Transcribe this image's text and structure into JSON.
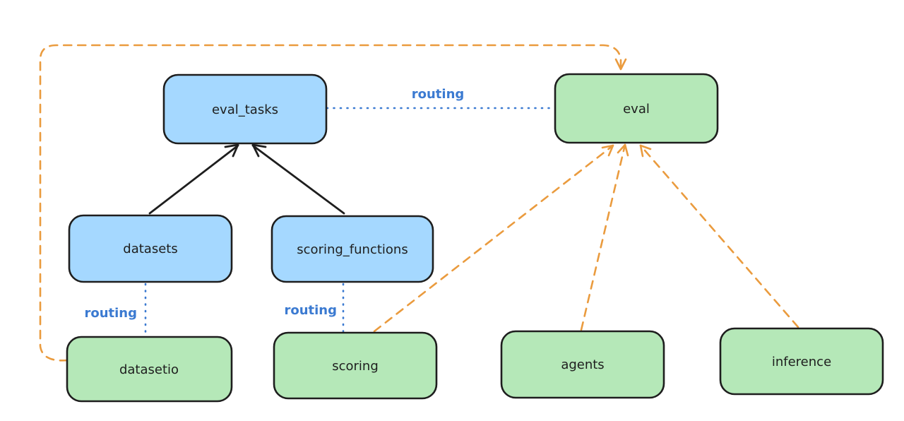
{
  "canvas": {
    "background": "#ffffff"
  },
  "palette": {
    "blue_node_fill": "#a5d8ff",
    "green_node_fill": "#b5e8b8",
    "node_stroke": "#1e1e1e",
    "routing_blue": "#3b7ad1",
    "orange_dashed": "#ea9b3e",
    "black_arrow": "#1e1e1e"
  },
  "nodes": {
    "eval_tasks": {
      "label": "eval_tasks",
      "fill": "#a5d8ff"
    },
    "eval": {
      "label": "eval",
      "fill": "#b5e8b8"
    },
    "datasets": {
      "label": "datasets",
      "fill": "#a5d8ff"
    },
    "scoring_functions": {
      "label": "scoring_functions",
      "fill": "#a5d8ff"
    },
    "datasetio": {
      "label": "datasetio",
      "fill": "#b5e8b8"
    },
    "scoring": {
      "label": "scoring",
      "fill": "#b5e8b8"
    },
    "agents": {
      "label": "agents",
      "fill": "#b5e8b8"
    },
    "inference": {
      "label": "inference",
      "fill": "#b5e8b8"
    }
  },
  "edges": [
    {
      "from": "datasets",
      "to": "eval_tasks",
      "style": "solid",
      "color": "#1e1e1e",
      "arrow": true
    },
    {
      "from": "scoring_functions",
      "to": "eval_tasks",
      "style": "solid",
      "color": "#1e1e1e",
      "arrow": true
    },
    {
      "from": "eval_tasks",
      "to": "eval",
      "style": "dotted",
      "color": "#3b7ad1",
      "arrow": false,
      "label": "routing"
    },
    {
      "from": "datasets",
      "to": "datasetio",
      "style": "dotted",
      "color": "#3b7ad1",
      "arrow": false,
      "label": "routing"
    },
    {
      "from": "scoring_functions",
      "to": "scoring",
      "style": "dotted",
      "color": "#3b7ad1",
      "arrow": false,
      "label": "routing"
    },
    {
      "from": "datasetio",
      "to": "eval",
      "style": "dashed",
      "color": "#ea9b3e",
      "arrow": true
    },
    {
      "from": "scoring",
      "to": "eval",
      "style": "dashed",
      "color": "#ea9b3e",
      "arrow": true
    },
    {
      "from": "agents",
      "to": "eval",
      "style": "dashed",
      "color": "#ea9b3e",
      "arrow": true
    },
    {
      "from": "inference",
      "to": "eval",
      "style": "dashed",
      "color": "#ea9b3e",
      "arrow": true
    }
  ]
}
